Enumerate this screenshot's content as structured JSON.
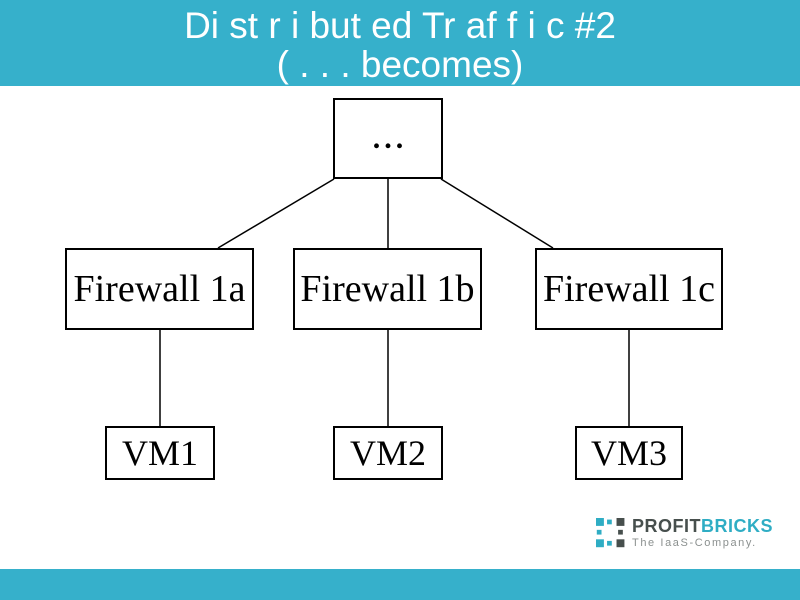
{
  "slide": {
    "title_line1": "Di st r i but ed  Tr af f i c  #2",
    "title_line2": "( . . . becomes)"
  },
  "diagram": {
    "root": {
      "label": "..."
    },
    "firewalls": [
      {
        "label": "Firewall 1a"
      },
      {
        "label": "Firewall 1b"
      },
      {
        "label": "Firewall 1c"
      }
    ],
    "vms": [
      {
        "label": "VM1"
      },
      {
        "label": "VM2"
      },
      {
        "label": "VM3"
      }
    ]
  },
  "footer": {
    "brand_primary": "PROFIT",
    "brand_secondary": "BRICKS",
    "tagline": "The IaaS-Company.",
    "logo_icon": "profitbricks-bricks-icon"
  },
  "colors": {
    "accent_cyan": "#36b0cb",
    "brand_dark": "#474f4d",
    "brand_cyan": "#2fadc4",
    "tagline_gray": "#8b908f",
    "line_black": "#000000"
  }
}
